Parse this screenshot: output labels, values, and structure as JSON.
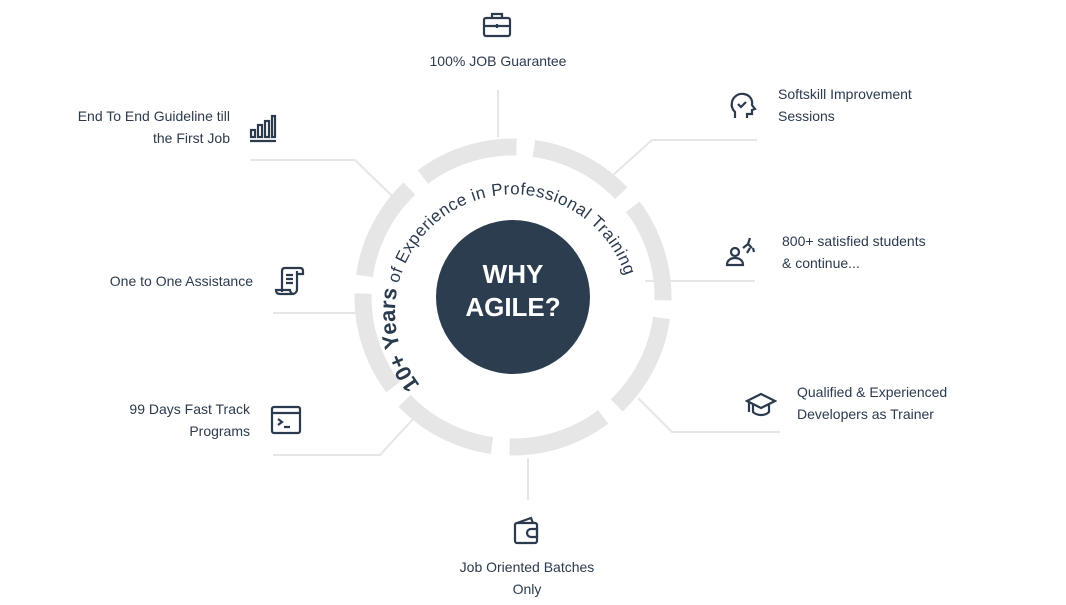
{
  "center": {
    "line1": "WHY",
    "line2": "AGILE?"
  },
  "ring_text": {
    "bold": "10+ Years",
    "rest": " of Experience in Professional Training"
  },
  "items": [
    {
      "label": "100% JOB Guarantee",
      "icon": "briefcase-icon"
    },
    {
      "line1": "End To End Guideline till",
      "line2": "the First Job",
      "icon": "bar-chart-icon"
    },
    {
      "line1": "Softskill Improvement",
      "line2": "Sessions",
      "icon": "head-check-icon"
    },
    {
      "line1": "800+ satisfied students",
      "line2": "& continue...",
      "icon": "students-icon"
    },
    {
      "label": "One to One Assistance",
      "icon": "scroll-icon"
    },
    {
      "line1": "Qualified & Experienced",
      "line2": "Developers as Trainer",
      "icon": "graduation-cap-icon"
    },
    {
      "line1": "99 Days Fast Track",
      "line2": "Programs",
      "icon": "terminal-icon"
    },
    {
      "line1": "Job Oriented Batches",
      "line2": "Only",
      "icon": "wallet-icon"
    }
  ],
  "colors": {
    "primary": "#2b3a4d",
    "ring": "#e6e6e6"
  }
}
